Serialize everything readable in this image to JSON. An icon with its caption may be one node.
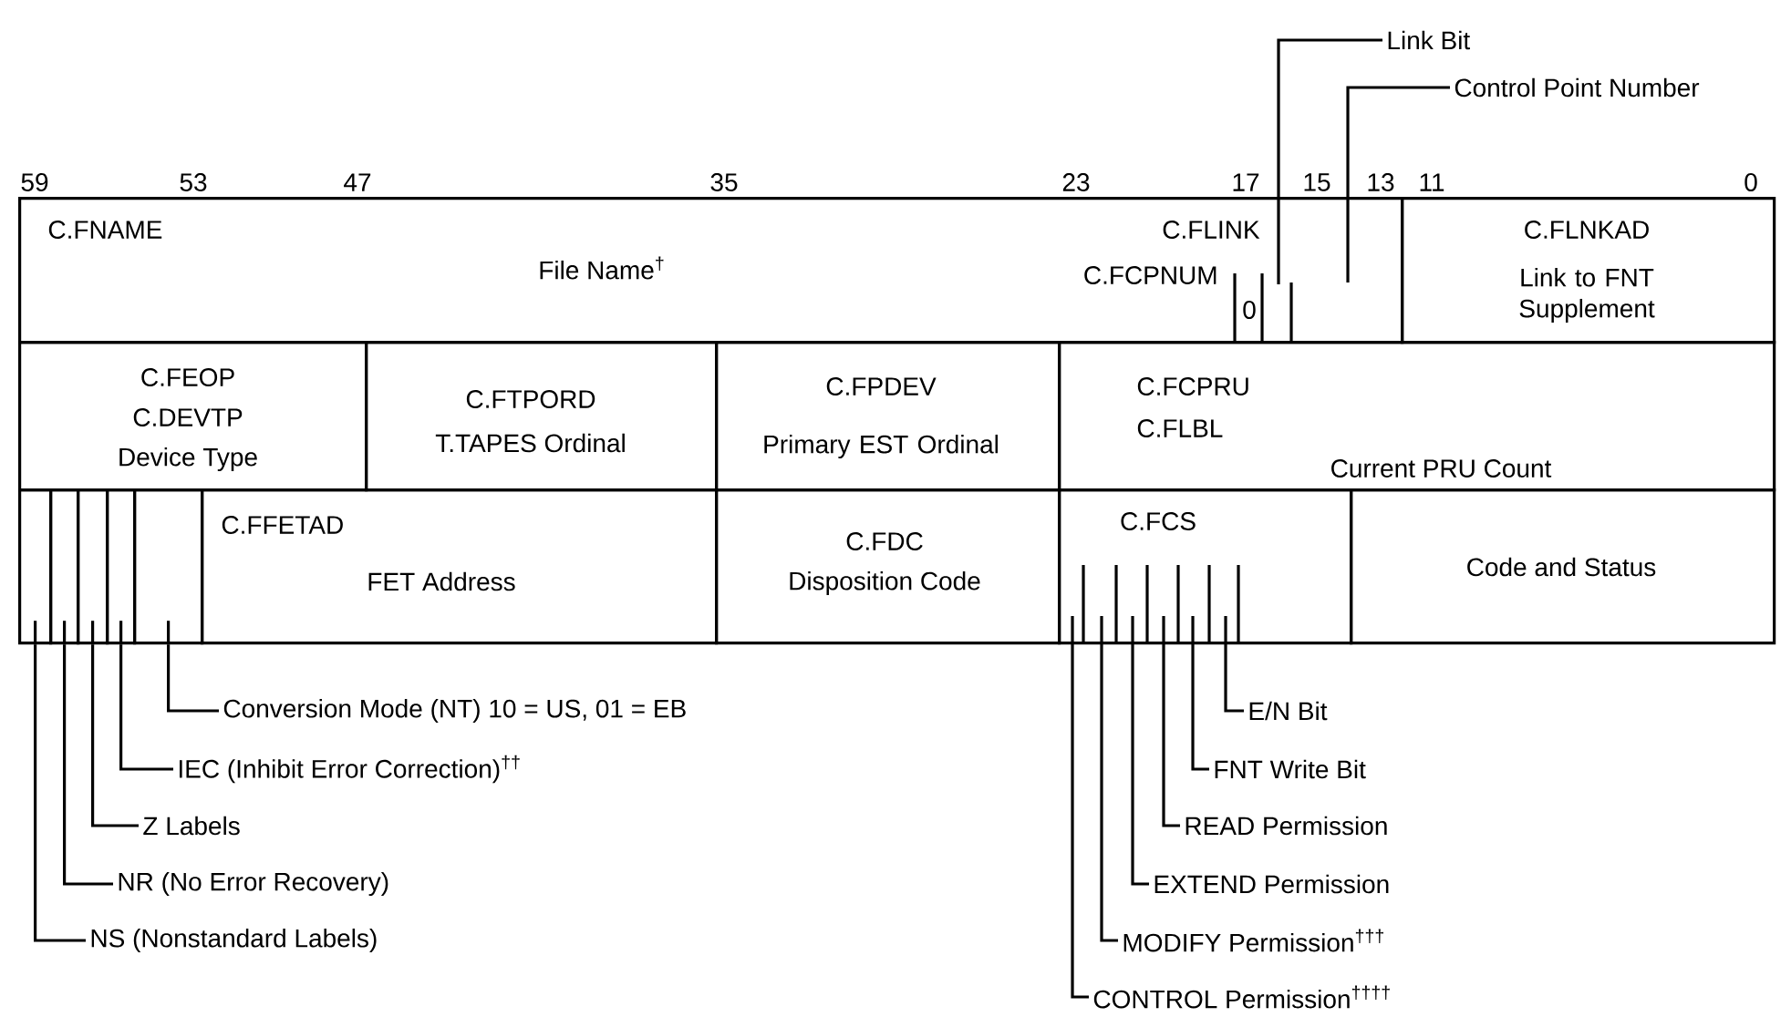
{
  "diagram": {
    "nodes": [
      {
        "text": [
          "C.FNAME",
          "File Name$^{†}$",
          "C.FLINK",
          "C.FCPNUM"
        ]
      },
      {
        "text": [
          "C.FLNKAD",
          "Link to FNT Supplement"
        ]
      },
      {
        "text": [
          "C.FEOP",
          "C.DEVTP",
          "Device Type"
        ]
      },
      {
        "text": [
          "C.FTPORD",
          "T.TAPES Ordinal"
        ]
      },
      {
        "text": [
          "C.FPDEV",
          "Primary EST Ordinal"
        ]
      },
      {
        "text": [
          "C.FCPRU",
          "C.FLBL",
          "Current PRU Count"
        ]
      },
      {
        "text": [],
        "shape": "box"
      },
      {
        "text": [],
        "shape": "box"
      },
      {
        "text": [],
        "shape": "box"
      },
      {
        "text": [],
        "shape": "box"
      },
      {
        "text": [],
        "shape": "box"
      },
      {
        "text": [
          "C.FFETAD",
          "FET Address"
        ]
      },
      {
        "text": [
          "C.FDC",
          "Disposition Code"
        ]
      },
      {
        "text": [
          "C.FCS"
        ]
      },
      {
        "text": [
          "Code and Status"
        ]
      },
      {
        "text": [
          "Link Bit"
        ]
      },
      {
        "text": [
          "Control Point Number"
        ]
      },
      {
        "text": [
          "Conversion Mode (NT) 10 = US, 01 = EB"
        ]
      },
      {
        "text": [
          "IEC (Inhibit Error Correction)$^{††}$"
        ]
      },
      {
        "text": [
          "Z Labels"
        ]
      },
      {
        "text": [
          "NR (No Error Recovery)"
        ]
      },
      {
        "text": [
          "NS (Nonstandard Labels)"
        ]
      },
      {
        "text": [
          "E/N Bit"
        ]
      },
      {
        "text": [
          "FNT Write Bit"
        ]
      },
      {
        "text": [
          "READ Permission"
        ]
      },
      {
        "text": [
          "EXTEND Permission"
        ]
      },
      {
        "text": [
          "MODIFY Permission$^{†††}$"
        ]
      },
      {
        "text": [
          "CONTROL Permission$^{††††}$"
        ]
      }
    ],
    "edges": [
      {
        "from": 15,
        "to": 0,
        "arrow": "none"
      },
      {
        "from": 16,
        "to": 0,
        "arrow": "none"
      },
      {
        "from": 17,
        "to": 10,
        "arrow": "none"
      },
      {
        "from": 18,
        "to": 9,
        "arrow": "none"
      },
      {
        "from": 19,
        "to": 8,
        "arrow": "none"
      },
      {
        "from": 20,
        "to": 7,
        "arrow": "none"
      },
      {
        "from": 21,
        "to": 6,
        "arrow": "none"
      },
      {
        "from": 22,
        "to": 13,
        "arrow": "none"
      },
      {
        "from": 23,
        "to": 13,
        "arrow": "none"
      },
      {
        "from": 24,
        "to": 13,
        "arrow": "none"
      },
      {
        "from": 25,
        "to": 13,
        "arrow": "none"
      },
      {
        "from": 26,
        "to": 13,
        "arrow": "none"
      },
      {
        "from": 27,
        "to": 13,
        "arrow": "none"
      }
    ],
    "labels": [
      "59",
      "53",
      "47",
      "35",
      "23",
      "17",
      "15",
      "13",
      "11",
      "0",
      "0"
    ]
  }
}
